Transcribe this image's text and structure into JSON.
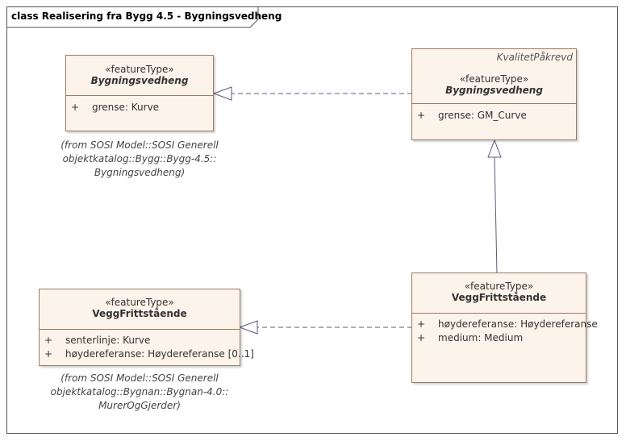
{
  "frame": {
    "title": "class Realisering fra Bygg 4.5 - Bygningsvedheng"
  },
  "classes": {
    "bygg_left": {
      "stereotype": "«featureType»",
      "name": "Bygningsvedheng",
      "attributes": [
        {
          "vis": "+",
          "text": "grense: Kurve"
        }
      ],
      "from_lines": [
        "(from SOSI Model::SOSI Generell",
        "objektkatalog::Bygg::Bygg-4.5::",
        "Bygningsvedheng)"
      ]
    },
    "bygg_right": {
      "tag": "KvalitetPåkrevd",
      "stereotype": "«featureType»",
      "name": "Bygningsvedheng",
      "attributes": [
        {
          "vis": "+",
          "text": "grense: GM_Curve"
        }
      ]
    },
    "vegg_left": {
      "stereotype": "«featureType»",
      "name": "VeggFrittstående",
      "attributes": [
        {
          "vis": "+",
          "text": "senterlinje: Kurve"
        },
        {
          "vis": "+",
          "text": "høydereferanse: Høydereferanse [0..1]"
        }
      ],
      "from_lines": [
        "(from SOSI Model::SOSI Generell",
        "objektkatalog::Bygnan::Bygnan-4.0::",
        "MurerOgGjerder)"
      ]
    },
    "vegg_right": {
      "stereotype": "«featureType»",
      "name": "VeggFrittstående",
      "attributes": [
        {
          "vis": "+",
          "text": "høydereferanse: Høydereferanse"
        },
        {
          "vis": "+",
          "text": "medium: Medium"
        }
      ]
    }
  },
  "colors": {
    "class_fill": "#fcf3ea",
    "class_border": "#9a7a66",
    "connector": "#5a5a7a"
  }
}
